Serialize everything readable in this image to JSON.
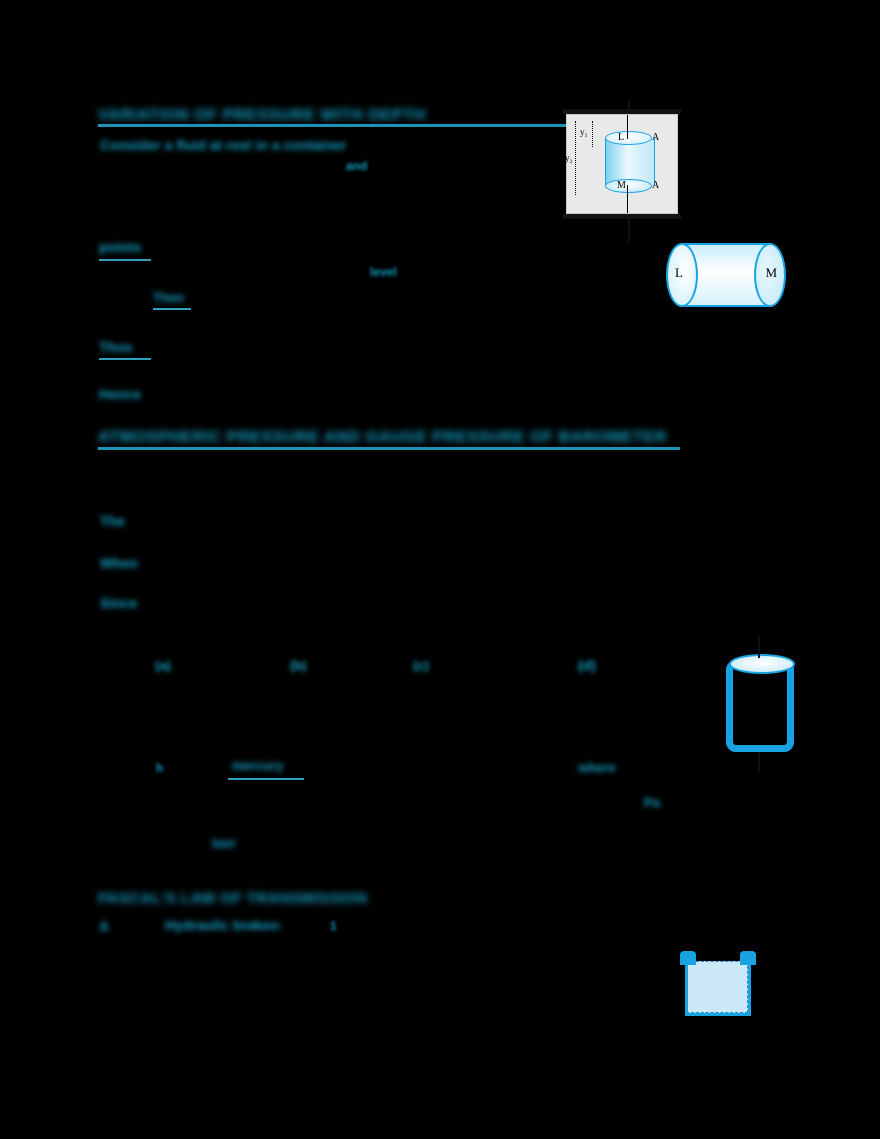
{
  "page": {
    "background_color": "#000000",
    "text_color": "#14a0c4",
    "rule_color": "#1b94b8",
    "figure_accent": "#19a3e3",
    "figure_fill": "#cbeefb"
  },
  "sections": [
    {
      "id": "section-1",
      "heading": "VARIATION OF PRESSURE WITH DEPTH",
      "items": [
        {
          "id": "s1-item-1",
          "text": "Consider a fluid at rest in a container"
        },
        {
          "id": "s1-item-2",
          "text": "and"
        },
        {
          "id": "s1-item-3",
          "text": "points"
        },
        {
          "id": "s1-item-4",
          "text": "level"
        },
        {
          "id": "s1-item-5",
          "text": "Then"
        },
        {
          "id": "s1-item-6",
          "text": "Thus"
        },
        {
          "id": "s1-item-7",
          "text": "Hence"
        }
      ]
    },
    {
      "id": "section-2",
      "heading": "ATMOSPHERIC PRESSURE AND GAUGE PRESSURE OF BAROMETER",
      "items": [
        {
          "id": "s2-item-1",
          "text": "The"
        },
        {
          "id": "s2-item-2",
          "text": "When"
        },
        {
          "id": "s2-item-3",
          "text": "Since"
        }
      ],
      "options": [
        {
          "id": "opt-a",
          "label": "(a)"
        },
        {
          "id": "opt-b",
          "label": "(b)"
        },
        {
          "id": "opt-c",
          "label": "(c)"
        },
        {
          "id": "opt-d",
          "label": "(d)"
        }
      ],
      "trailing": [
        {
          "id": "s2-trail-1",
          "text": "h"
        },
        {
          "id": "s2-trail-2",
          "text": "mercury"
        },
        {
          "id": "s2-trail-3",
          "text": "where"
        },
        {
          "id": "s2-trail-4",
          "text": "Pa"
        },
        {
          "id": "s2-trail-5",
          "text": "torr"
        }
      ]
    },
    {
      "id": "section-3",
      "heading": "PASCAL'S LAW OF TRANSMISSION",
      "items": [
        {
          "id": "s3-item-1",
          "text": "A"
        },
        {
          "id": "s3-item-2",
          "text": "Hydraulic brakes:"
        },
        {
          "id": "s3-item-3",
          "text": "1"
        }
      ]
    }
  ],
  "figures": [
    {
      "id": "figure-vertical-cylinder",
      "name": "vertical-cylinder-in-fluid",
      "labels": {
        "y1": "y₁",
        "y2": "y₂",
        "point_top": "L",
        "point_bottom": "M",
        "area_top": "A",
        "area_bottom": "A"
      }
    },
    {
      "id": "figure-horizontal-cylinder",
      "name": "horizontal-cylinder",
      "labels": {
        "left": "L",
        "right": "M"
      }
    },
    {
      "id": "figure-vertical-tube",
      "name": "vertical-tube"
    },
    {
      "id": "figure-tank-liquid",
      "name": "tank-with-liquid"
    }
  ]
}
